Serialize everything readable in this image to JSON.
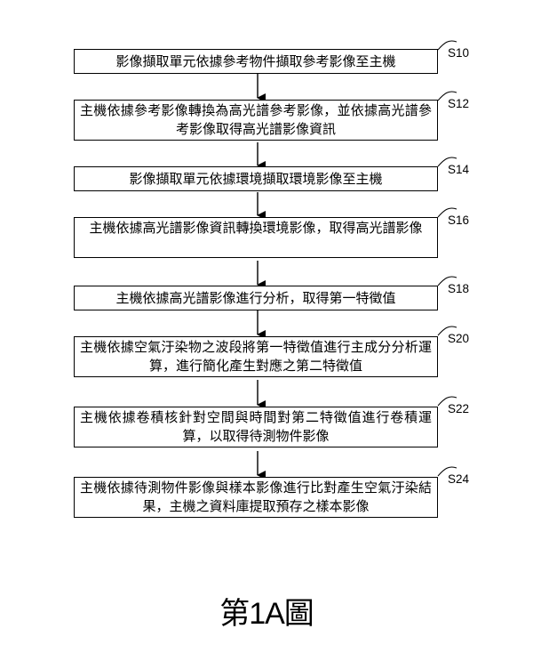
{
  "steps": [
    {
      "id": "S10",
      "text": "影像擷取單元依據參考物件擷取參考影像至主機"
    },
    {
      "id": "S12",
      "text": "主機依據參考影像轉換為高光譜參考影像，並依據高光譜參考影像取得高光譜影像資訊"
    },
    {
      "id": "S14",
      "text": "影像擷取單元依據環境擷取環境影像至主機"
    },
    {
      "id": "S16",
      "text": "主機依據高光譜影像資訊轉換環境影像，取得高光譜影像"
    },
    {
      "id": "S18",
      "text": "主機依據高光譜影像進行分析，取得第一特徵值"
    },
    {
      "id": "S20",
      "text": "主機依據空氣汙染物之波段將第一特徵值進行主成分分析運算，進行簡化產生對應之第二特徵值"
    },
    {
      "id": "S22",
      "text": "主機依據卷積核針對空間與時間對第二特徵值進行卷積運算，以取得待測物件影像"
    },
    {
      "id": "S24",
      "text": "主機依據待測物件影像與樣本影像進行比對產生空氣汙染結果，主機之資料庫提取預存之樣本影像"
    }
  ],
  "figure_caption": "第1A圖"
}
